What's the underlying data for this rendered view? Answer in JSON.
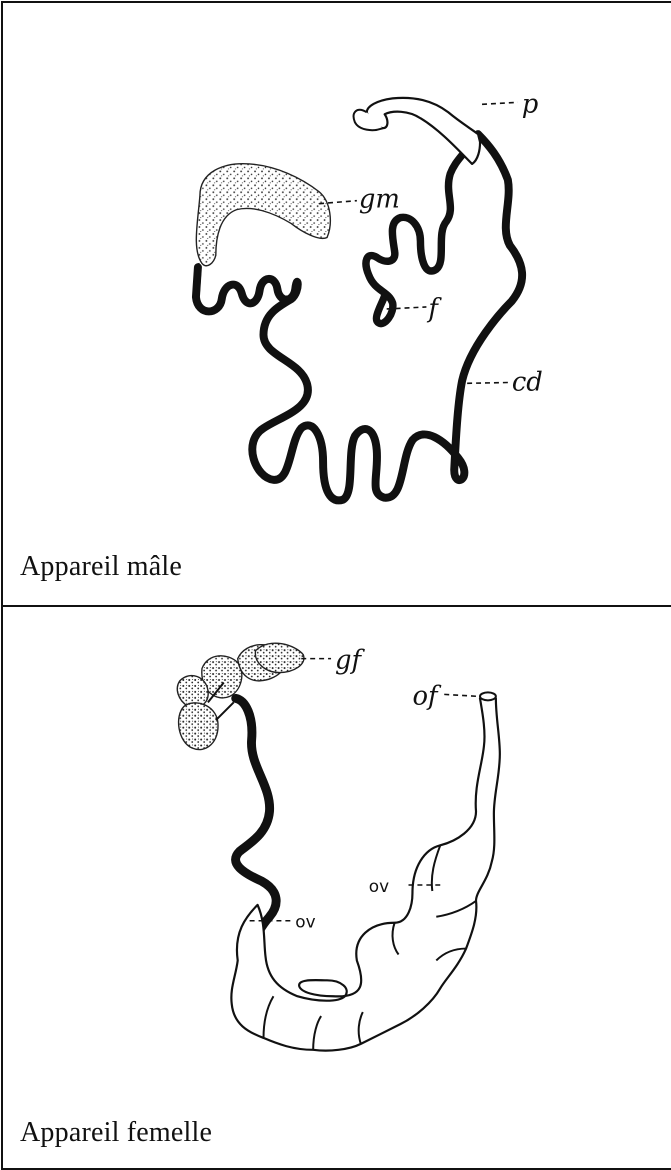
{
  "male_panel": {
    "caption": "Appareil mâle",
    "labels": {
      "p": "p",
      "gm": "gm",
      "f": "f",
      "cd": "cd"
    }
  },
  "female_panel": {
    "caption": "Appareil femelle",
    "labels": {
      "gf": "gf",
      "of": "of",
      "ov_upper": "ov",
      "ov_lower": "ov"
    }
  },
  "colors": {
    "ink": "#111111",
    "paper": "#ffffff",
    "stipple": "#222222"
  }
}
